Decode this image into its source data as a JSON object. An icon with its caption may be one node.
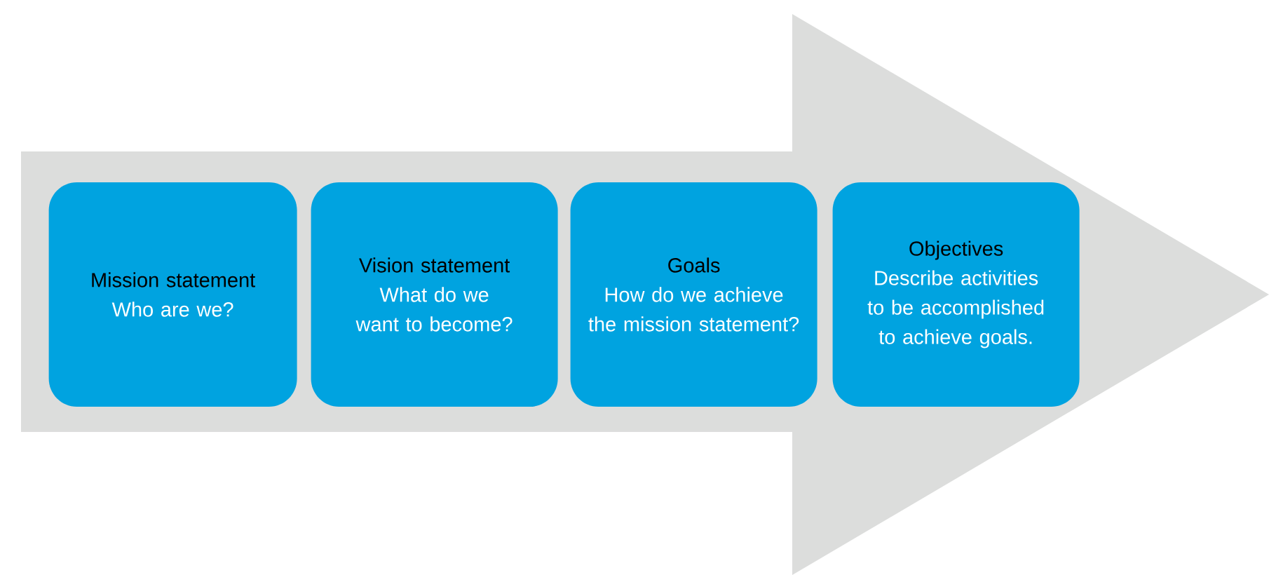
{
  "diagram": {
    "nodes": [
      {
        "text": [],
        "shape": "arrow"
      },
      {
        "text": [
          "Mission statement",
          "Who are we?"
        ],
        "in": 0
      },
      {
        "text": [
          "Vision statement",
          "What do we want to become?"
        ],
        "in": 0
      },
      {
        "text": [
          "Goals",
          "How do we achieve the mission statement?"
        ],
        "in": 0
      },
      {
        "text": [
          "Objectives",
          "Describe activities to be accomplished to achieve goals."
        ],
        "in": 0
      }
    ]
  }
}
